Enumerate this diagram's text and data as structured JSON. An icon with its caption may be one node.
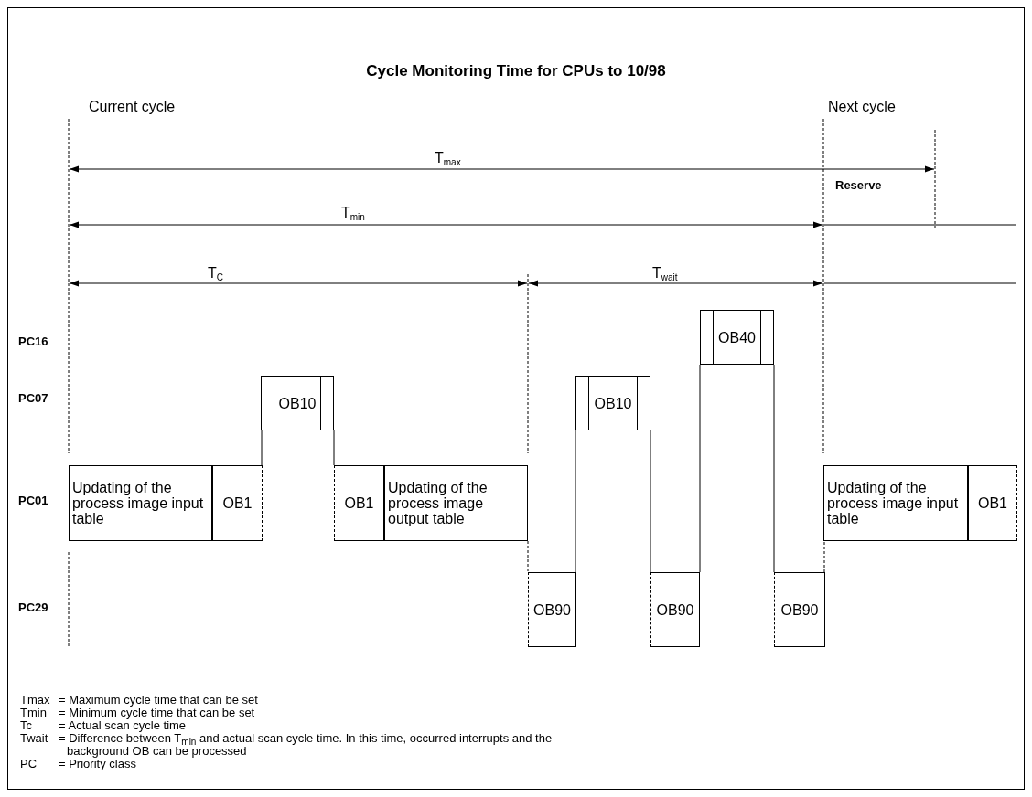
{
  "diagram": {
    "title": "Cycle Monitoring Time for CPUs to 10/98",
    "nodes": [
      {
        "text": [
          "Updating of the process image input table"
        ]
      },
      {
        "text": [
          "OB1"
        ]
      },
      {
        "text": [
          "OB10"
        ]
      },
      {
        "text": [
          "OB1"
        ]
      },
      {
        "text": [
          "Updating of the process image output table"
        ]
      },
      {
        "text": [
          "OB90"
        ]
      },
      {
        "text": [
          "OB10"
        ]
      },
      {
        "text": [
          "OB90"
        ]
      },
      {
        "text": [
          "OB40"
        ]
      },
      {
        "text": [
          "OB90"
        ]
      },
      {
        "text": [
          "Updating of the process image input table"
        ]
      },
      {
        "text": [
          "OB1"
        ]
      }
    ],
    "edges": [
      {
        "from": 1,
        "to": 2,
        "arrow": "none"
      },
      {
        "from": 2,
        "to": 3,
        "arrow": "none"
      },
      {
        "from": 4,
        "to": 5,
        "arrow": "none",
        "style": "dashed"
      },
      {
        "from": 5,
        "to": 6,
        "arrow": "none"
      },
      {
        "from": 6,
        "to": 7,
        "arrow": "none"
      },
      {
        "from": 7,
        "to": 8,
        "arrow": "none"
      },
      {
        "from": 8,
        "to": 9,
        "arrow": "none"
      },
      {
        "from": 9,
        "to": 10,
        "arrow": "none",
        "style": "dashed"
      }
    ],
    "labels": [
      "Current cycle",
      "Next cycle",
      "T$_{max}$",
      "Reserve",
      "T$_{min}$",
      "T$_{C}$",
      "T$_{wait}$",
      "PC16",
      "PC07",
      "PC01",
      "PC29",
      "Tmax",
      "= Maximum cycle time that can be set",
      "Tmin",
      "= Minimum cycle time that can be set",
      "Tc",
      "= Actual scan cycle time",
      "Twait",
      "= Difference between T$_{min}$ and actual scan cycle time. In this time, occurred interrupts and the background OB can be processed",
      "PC",
      "= Priority class"
    ]
  }
}
